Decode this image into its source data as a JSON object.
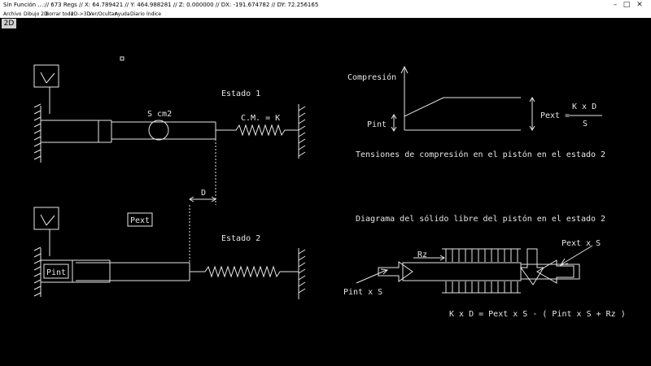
{
  "window": {
    "title": "Sin Función ...:// 673 Regs // X: 64.789421 // Y: 464.988281 // Z: 0.000000 // DX: -191.674782 // DY: 72.256165",
    "controls": [
      "minimize-icon",
      "maximize-icon",
      "close-icon"
    ]
  },
  "menu": [
    "Archivo",
    "Dibujo 2D",
    "Borrar todo",
    "2D->3D",
    "Ver/Ocultar",
    "Ayuda",
    "Diario",
    "Índice"
  ],
  "mode": "2D",
  "colors": {
    "background": "#000000",
    "lines": "#e6e6e6",
    "titlebar": "#ffffff"
  },
  "drawing": {
    "estado1": "Estado 1",
    "estado2": "Estado 2",
    "area_label": "S cm2",
    "spring_label": "C.M. = K",
    "displacement_label": "D",
    "pext_label": "Pext",
    "pint_label": "Pint",
    "compression_axis": "Compresión",
    "pint_graph": "Pint",
    "pext_formula_left": "Pext =",
    "pext_formula_num": "K x D",
    "pext_formula_den": "S",
    "caption1": "Tensiones de compresión en el pistón en el estado 2",
    "caption2": "Diagrama del sólido libre del pistón en el estado 2",
    "rz_label": "Rz",
    "pext_s_label": "Pext x S",
    "pint_s_label": "Pint x S",
    "equation": "K x D = Pext x S - ( Pint x S + Rz )"
  }
}
